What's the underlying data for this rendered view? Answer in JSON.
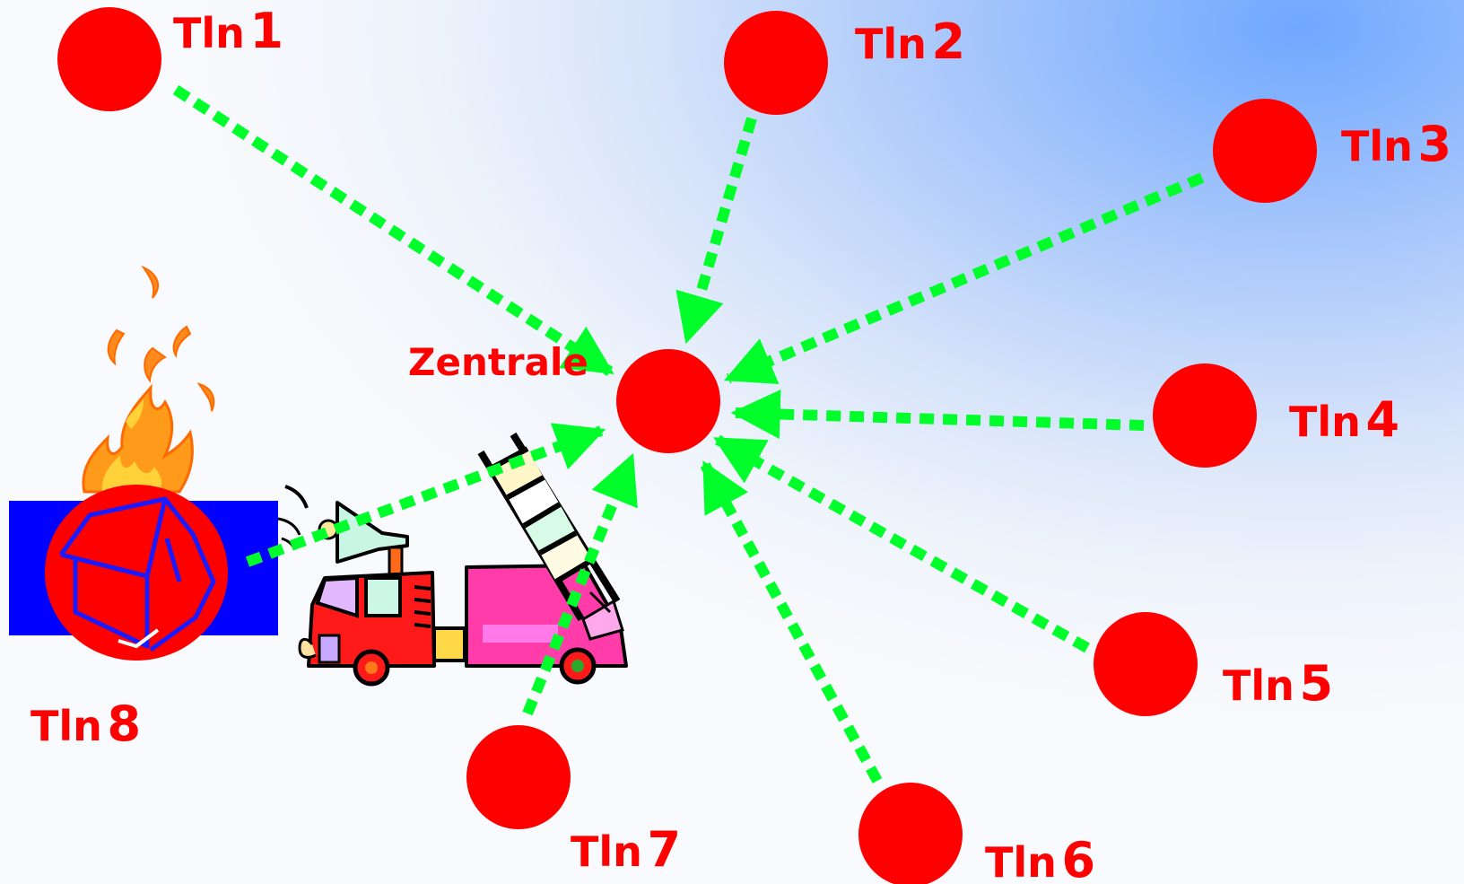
{
  "central": {
    "label": "Zentrale"
  },
  "participants": [
    {
      "prefix": "Tln",
      "number": "1"
    },
    {
      "prefix": "Tln",
      "number": "2"
    },
    {
      "prefix": "Tln",
      "number": "3"
    },
    {
      "prefix": "Tln",
      "number": "4"
    },
    {
      "prefix": "Tln",
      "number": "5"
    },
    {
      "prefix": "Tln",
      "number": "6"
    },
    {
      "prefix": "Tln",
      "number": "7"
    },
    {
      "prefix": "Tln",
      "number": "8"
    }
  ],
  "colors": {
    "node": "#ff0000",
    "label": "#ff0000",
    "arrow": "#00ff2a",
    "house_box": "#0000ff",
    "house_outline": "#1a1aff"
  },
  "icons": [
    "fire-icon",
    "house-icon",
    "fire-truck-icon"
  ]
}
